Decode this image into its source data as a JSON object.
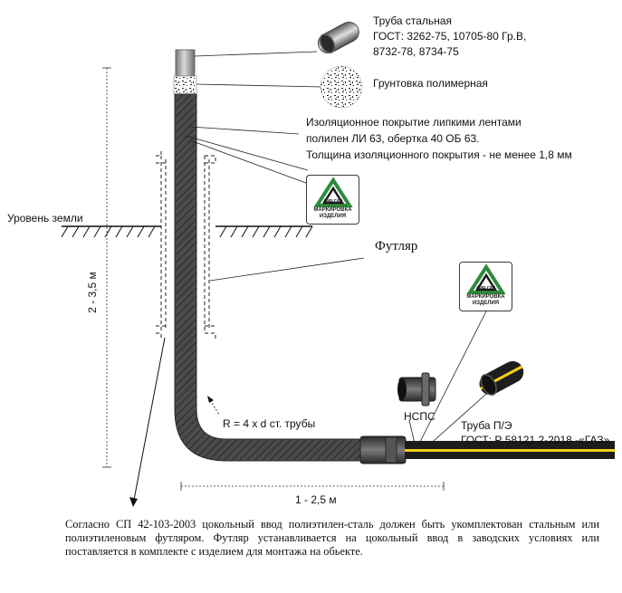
{
  "labels": {
    "steel_pipe": [
      "Труба стальная",
      "ГОСТ: 3262-75, 10705-80 Гр.В,",
      " 8732-78, 8734-75"
    ],
    "primer": "Грунтовка полимерная",
    "insulation": [
      "Изоляционное покрытие липкими лентами",
      "полилен ЛИ 63, обертка 40 ОБ 63.",
      "Толщина изоляционного покрытия - не менее 1,8 мм"
    ],
    "ground_level": "Уровень земли",
    "sleeve": "Футляр",
    "height_dim": "2 - 3,5 м",
    "radius": "R = 4 x d ст. трубы",
    "length_dim": "1 - 2,5 м",
    "nsps": "НСПС",
    "pe_pipe": [
      "Труба П/Э",
      "ГОСТ: Р 58121.2-2018 -«ГАЗ»"
    ]
  },
  "logo": {
    "brand": "АИР-ГАЗ",
    "caption": [
      "МАРКИРОВКА",
      "ИЗДЕЛИЯ"
    ],
    "color_green": "#2e8b3c",
    "color_dark": "#1a1a1a"
  },
  "note": "Согласно СП 42-103-2003 цокольный ввод полиэтилен-сталь должен быть укомплектован стальным или полиэтиленовым футляром. Футляр устанавливается на цокольный ввод в заводских условиях или поставляется в комплекте с изделием для монтажа на обьекте.",
  "colors": {
    "pipe_coating": "#4a4a4a",
    "steel": "#a9a9a9",
    "pe_pipe": "#1c1c1c",
    "pe_stripe": "#f2d21a"
  }
}
